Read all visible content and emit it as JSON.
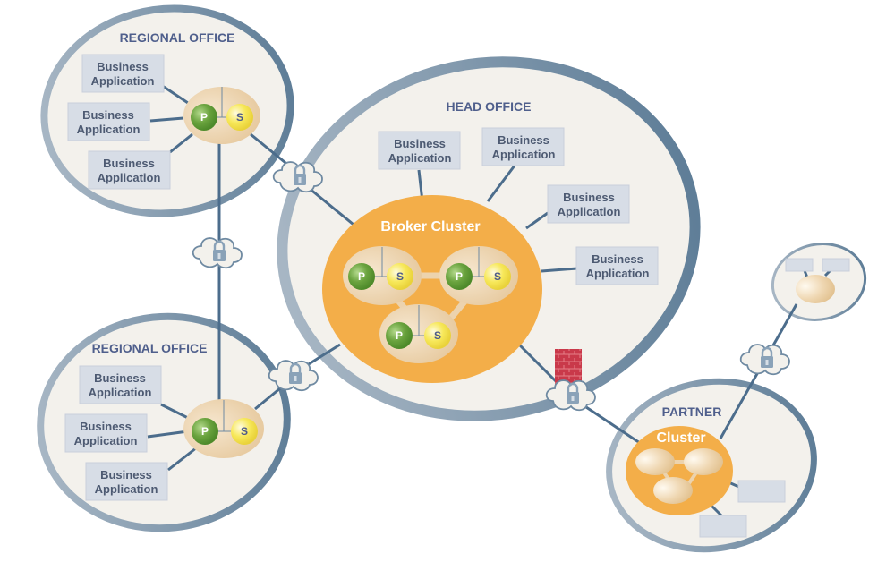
{
  "diagram": {
    "colors": {
      "office_fill": "#f3f1ec",
      "office_border": "#6f8aa2",
      "link": "#4c6d8c",
      "cluster": "#f3ae49",
      "broker_pair": "#ecd3ae",
      "primary": "#6aa33e",
      "secondary": "#f5e34d",
      "app_box": "#d7dde6",
      "title_text": "#4f5f8c",
      "firewall": "#c9394a"
    },
    "regional_office_top": {
      "title": "REGIONAL OFFICE",
      "apps": [
        "Business Application",
        "Business Application",
        "Business Application"
      ],
      "broker": {
        "primary_label": "P",
        "secondary_label": "S"
      }
    },
    "regional_office_bottom": {
      "title": "REGIONAL OFFICE",
      "apps": [
        "Business Application",
        "Business Application",
        "Business Application"
      ],
      "broker": {
        "primary_label": "P",
        "secondary_label": "S"
      }
    },
    "head_office": {
      "title": "HEAD OFFICE",
      "cluster_label": "Broker Cluster",
      "apps": [
        "Business Application",
        "Business Application",
        "Business Application",
        "Business Application"
      ],
      "brokers": [
        {
          "primary_label": "P",
          "secondary_label": "S"
        },
        {
          "primary_label": "P",
          "secondary_label": "S"
        },
        {
          "primary_label": "P",
          "secondary_label": "S"
        }
      ]
    },
    "partner": {
      "title": "PARTNER",
      "cluster_label": "Cluster"
    },
    "secure_links": [
      "lock-cloud",
      "lock-cloud",
      "lock-cloud",
      "lock-cloud",
      "lock-cloud"
    ],
    "app_line1": "Business",
    "app_line2": "Application"
  }
}
